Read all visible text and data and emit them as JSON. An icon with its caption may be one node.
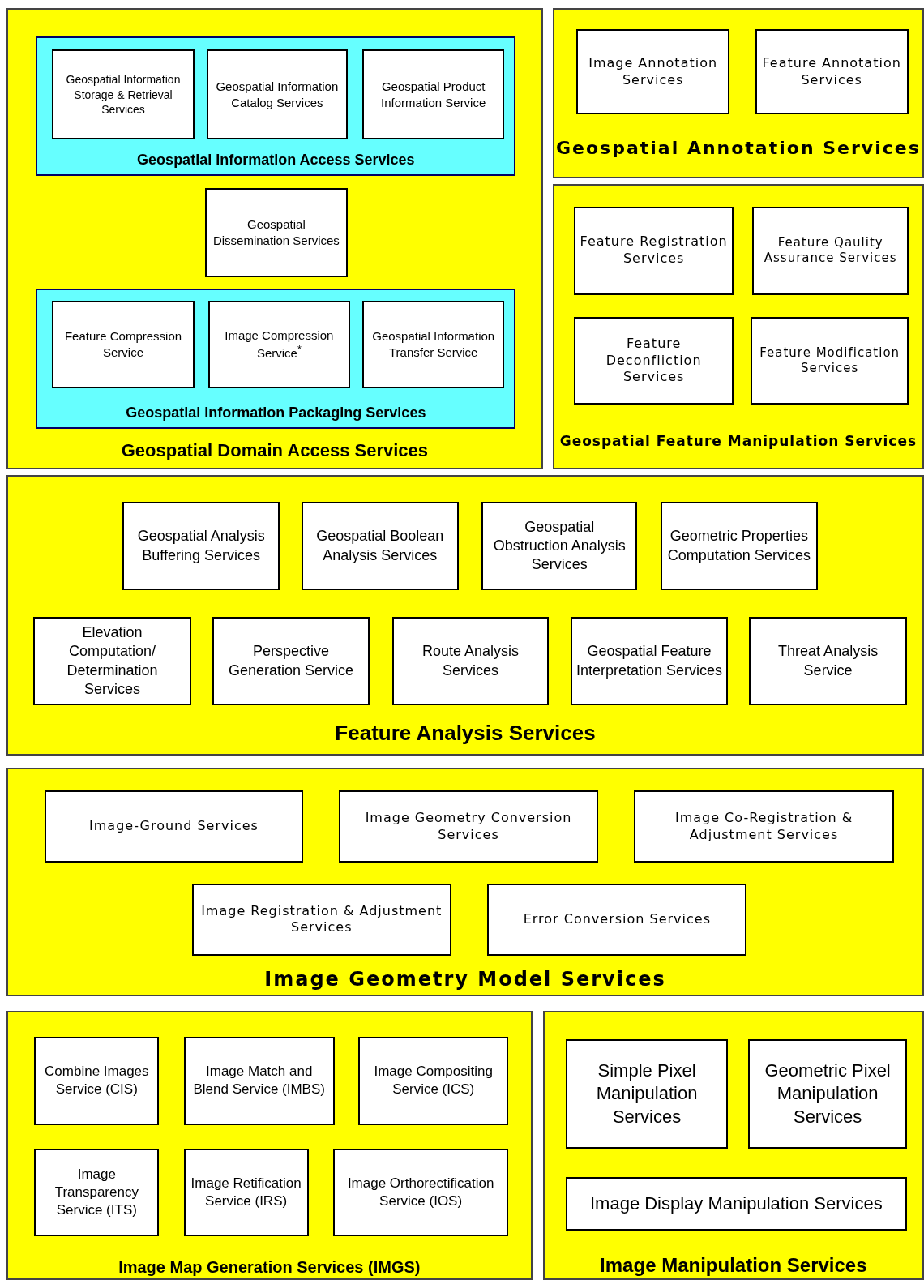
{
  "diagram": {
    "nodes": [
      {
        "text": [
          "Geospatial Domain Access Services"
        ]
      },
      {
        "text": [
          "Geospatial Information Access Services"
        ],
        "in": 0
      },
      {
        "text": [
          "Geospatial Information Storage & Retrieval Services"
        ],
        "in": 1
      },
      {
        "text": [
          "Geospatial Information Catalog Services"
        ],
        "in": 1
      },
      {
        "text": [
          "Geospatial Product Information Service"
        ],
        "in": 1
      },
      {
        "text": [
          "Geospatial Dissemination Services"
        ],
        "in": 0
      },
      {
        "text": [
          "Geospatial Information Packaging Services"
        ],
        "in": 0
      },
      {
        "text": [
          "Feature Compression Service"
        ],
        "in": 6
      },
      {
        "text": [
          "Image Compression Service$^{*}$"
        ],
        "in": 6
      },
      {
        "text": [
          "Geospatial Information Transfer Service"
        ],
        "in": 6
      },
      {
        "text": [
          "Geospatial Annotation Services"
        ]
      },
      {
        "text": [
          "Image Annotation Services"
        ],
        "in": 10
      },
      {
        "text": [
          "Feature Annotation Services"
        ],
        "in": 10
      },
      {
        "text": [
          "Geospatial Feature Manipulation Services"
        ]
      },
      {
        "text": [
          "Feature Registration Services"
        ],
        "in": 13
      },
      {
        "text": [
          "Feature Qaulity Assurance Services"
        ],
        "in": 13
      },
      {
        "text": [
          "Feature Deconfliction Services"
        ],
        "in": 13
      },
      {
        "text": [
          "Feature Modification Services"
        ],
        "in": 13
      },
      {
        "text": [
          "Feature Analysis Services"
        ]
      },
      {
        "text": [
          "Geospatial Analysis Buffering Services"
        ],
        "in": 18
      },
      {
        "text": [
          "Geospatial Boolean Analysis Services"
        ],
        "in": 18
      },
      {
        "text": [
          "Geospatial Obstruction Analysis Services"
        ],
        "in": 18
      },
      {
        "text": [
          "Geometric Properties Computation Services"
        ],
        "in": 18
      },
      {
        "text": [
          "Elevation Computation/ Determination Services"
        ],
        "in": 18
      },
      {
        "text": [
          "Perspective Generation Service"
        ],
        "in": 18
      },
      {
        "text": [
          "Route Analysis Services"
        ],
        "in": 18
      },
      {
        "text": [
          "Geospatial Feature Interpretation Services"
        ],
        "in": 18
      },
      {
        "text": [
          "Threat Analysis Service"
        ],
        "in": 18
      },
      {
        "text": [
          "Image Geometry Model Services"
        ]
      },
      {
        "text": [
          "Image-Ground Services"
        ],
        "in": 28
      },
      {
        "text": [
          "Image Geometry Conversion Services"
        ],
        "in": 28
      },
      {
        "text": [
          "Image Co-Registration & Adjustment Services"
        ],
        "in": 28
      },
      {
        "text": [
          "Image Registration & Adjustment Services"
        ],
        "in": 28
      },
      {
        "text": [
          "Error Conversion Services"
        ],
        "in": 28
      },
      {
        "text": [
          "Image Map Generation Services (IMGS)"
        ]
      },
      {
        "text": [
          "Combine Images Service (CIS)"
        ],
        "in": 34
      },
      {
        "text": [
          "Image Match and Blend Service (IMBS)"
        ],
        "in": 34
      },
      {
        "text": [
          "Image Compositing Service (ICS)"
        ],
        "in": 34
      },
      {
        "text": [
          "Image Transparency Service (ITS)"
        ],
        "in": 34
      },
      {
        "text": [
          "Image Retification Service (IRS)"
        ],
        "in": 34
      },
      {
        "text": [
          "Image Orthorectification Service (IOS)"
        ],
        "in": 34
      },
      {
        "text": [
          "Image Manipulation Services"
        ]
      },
      {
        "text": [
          "Simple Pixel Manipulation Services"
        ],
        "in": 41
      },
      {
        "text": [
          "Geometric Pixel Manipulation Services"
        ],
        "in": 41
      },
      {
        "text": [
          "Image Display Manipulation Services"
        ],
        "in": 41
      }
    ]
  }
}
